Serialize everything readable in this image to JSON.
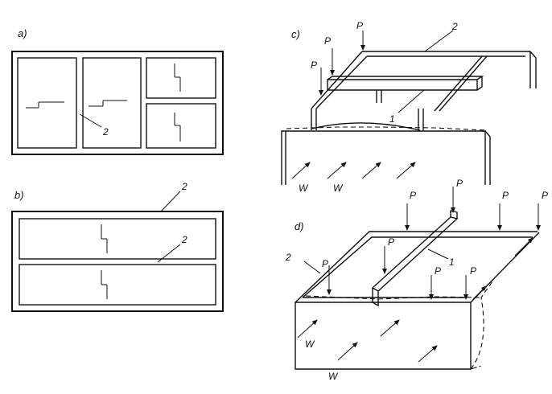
{
  "panels": {
    "a": {
      "label": "a)",
      "callout": "2"
    },
    "b": {
      "label": "b)",
      "callout_top": "2",
      "callout_mid": "2"
    },
    "c": {
      "label": "c)",
      "callout_2": "2",
      "callout_1": "1",
      "load_labels": [
        "P",
        "P",
        "P"
      ],
      "wind_labels": [
        "W",
        "W"
      ]
    },
    "d": {
      "label": "d)",
      "callout_2": "2",
      "callout_1": "1",
      "load_labels": [
        "P",
        "P",
        "P",
        "P",
        "P",
        "P",
        "P",
        "P"
      ],
      "wind_labels": [
        "W",
        "W"
      ]
    }
  }
}
